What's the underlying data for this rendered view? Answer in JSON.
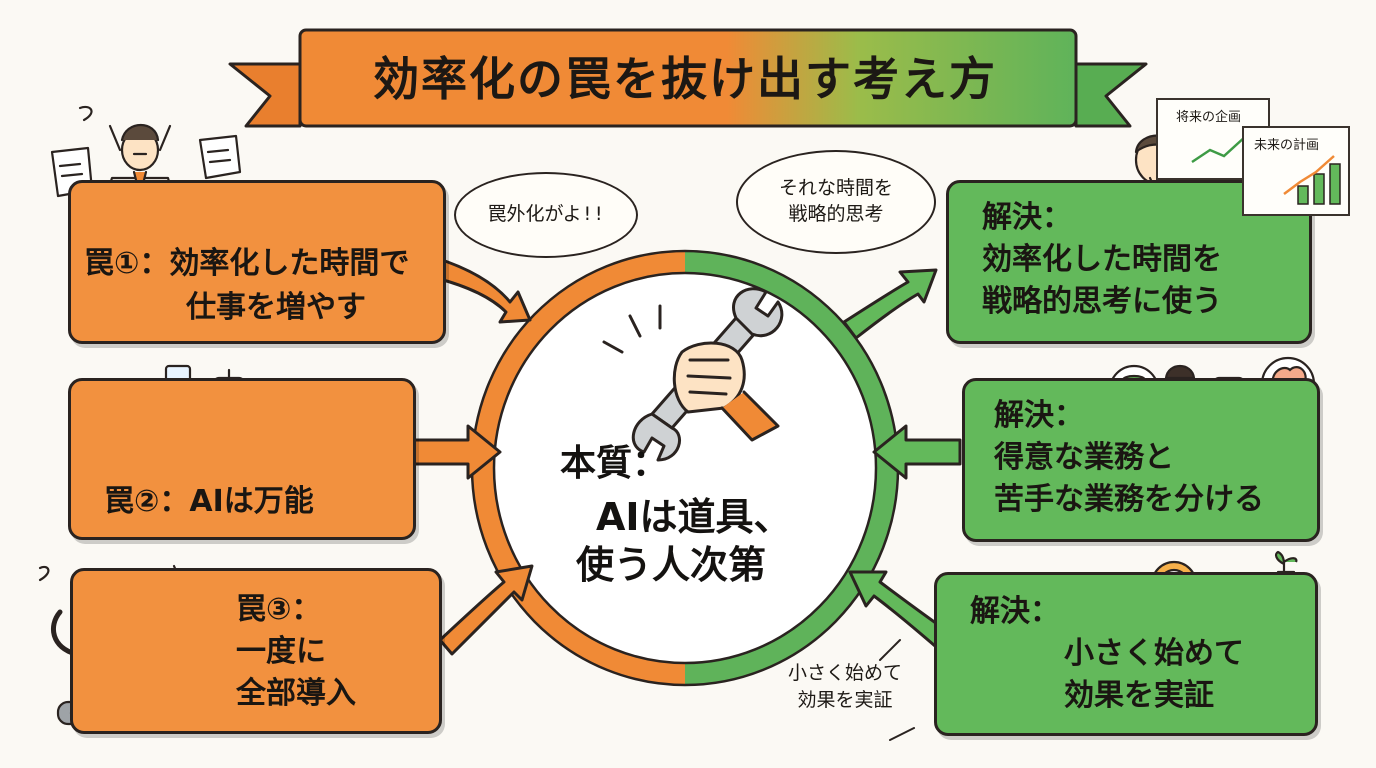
{
  "title": "効率化の罠を抜け出す考え方",
  "traps": [
    {
      "line1": "罠①：効率化した時間で",
      "line2": "仕事を増やす"
    },
    {
      "line1": "罠②：AIは万能"
    },
    {
      "line1": "罠③：",
      "line2": "一度に",
      "line3": "全部導入"
    }
  ],
  "solutions": [
    {
      "heading": "解決：",
      "line1": "効率化した時間を",
      "line2": "戦略的思考に使う"
    },
    {
      "heading": "解決：",
      "line1": "得意な業務と",
      "line2": "苦手な業務を分ける"
    },
    {
      "heading": "解決：",
      "line1": "小さく始めて",
      "line2": "効果を実証"
    }
  ],
  "center": {
    "heading": "本質：",
    "line1": "AIは道具、",
    "line2": "使う人次第"
  },
  "bubbles": {
    "left": "罠外化がよ!!",
    "right_line1": "それな時間を",
    "right_line2": "戦略的思考"
  },
  "note": {
    "line1": "小さく始めて",
    "line2": "効果を実証"
  },
  "boards": {
    "back": "将来の企画",
    "front": "未来の計画"
  },
  "colors": {
    "orange": "#f2913f",
    "green": "#63b95b",
    "ink": "#2a2320"
  },
  "icons": [
    "stressed-worker-icon",
    "multi-arm-robot-icon",
    "confused-person-icon",
    "broken-robot-icon",
    "wrench-fist-icon",
    "thinking-person-icon",
    "database-icon",
    "handshake-icon",
    "robot-icon",
    "brain-icon",
    "award-badge-icon",
    "stairs-growth-icon",
    "seedling-icon"
  ]
}
